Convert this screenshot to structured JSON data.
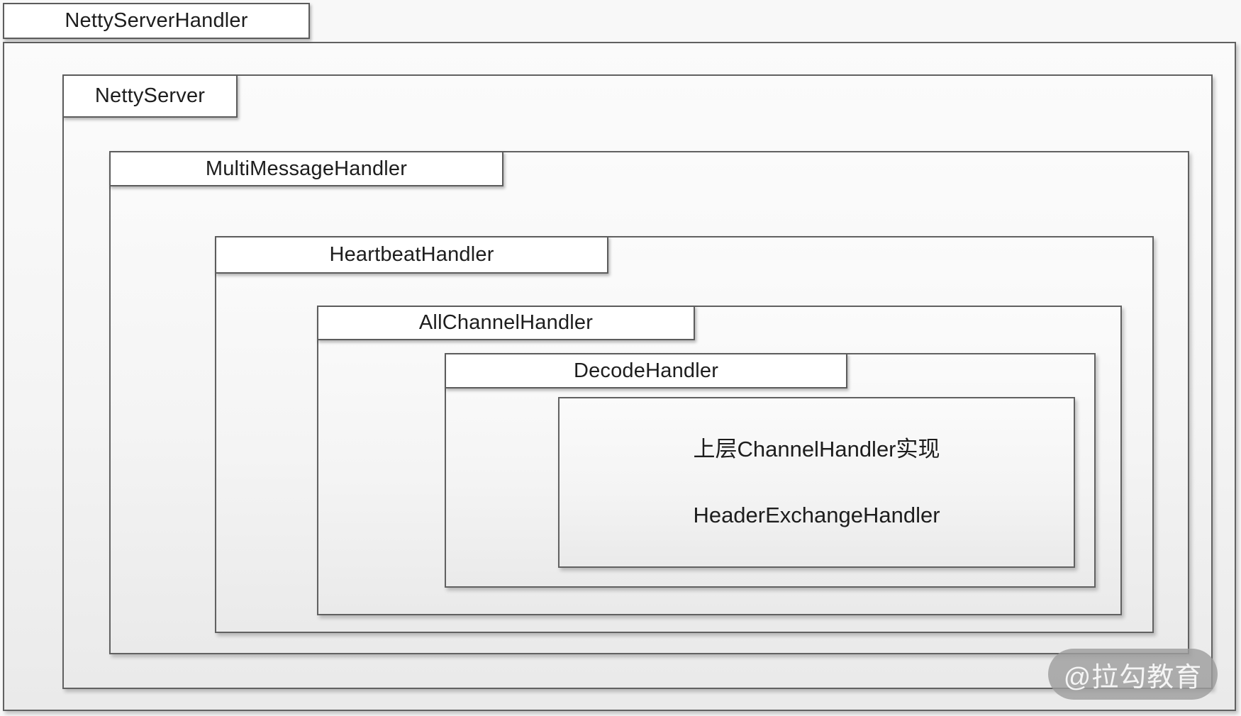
{
  "labels": {
    "netty_server_handler": "NettyServerHandler",
    "netty_server": "NettyServer",
    "multi_message_handler": "MultiMessageHandler",
    "heartbeat_handler": "HeartbeatHandler",
    "all_channel_handler": "AllChannelHandler",
    "decode_handler": "DecodeHandler",
    "inner_line1": "上层ChannelHandler实现",
    "inner_line2": "HeaderExchangeHandler"
  },
  "watermark": {
    "text": "@拉勾教育"
  },
  "colors": {
    "border": "#616161",
    "label_background": "#ffffff",
    "container_gradient_top": "#fbfbfb",
    "container_gradient_bottom": "#eaeaea",
    "text": "#1d1d1d",
    "watermark_background": "#9e9e9e",
    "watermark_text": "#ffffff"
  }
}
